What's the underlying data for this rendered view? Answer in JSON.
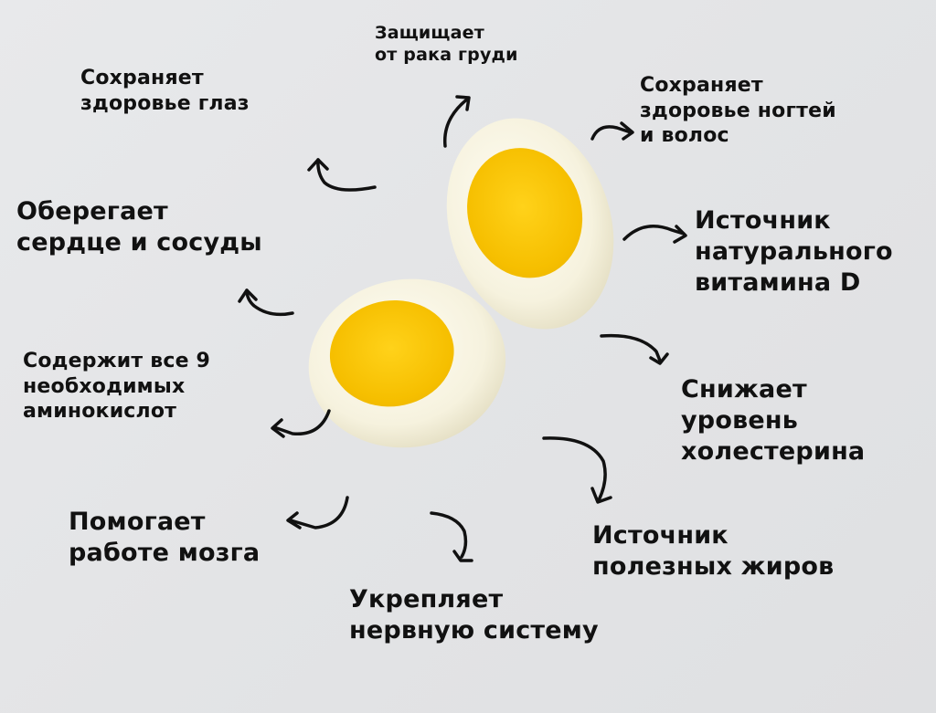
{
  "infographic": {
    "subject": "quail eggs benefits",
    "colors": {
      "background": "#e4e5e7",
      "text": "#111111",
      "yolk": "#f7c600",
      "egg_white": "#f8f5e8"
    },
    "labels": [
      {
        "id": "eyes",
        "lines": [
          "Сохраняет",
          "здоровье глаз"
        ]
      },
      {
        "id": "breast-cancer",
        "lines": [
          "Защищает",
          "от рака груди"
        ]
      },
      {
        "id": "nails-hair",
        "lines": [
          "Сохраняет",
          "здоровье ногтей",
          "и волос"
        ]
      },
      {
        "id": "heart",
        "lines": [
          "Оберегает",
          "сердце и сосуды"
        ]
      },
      {
        "id": "vitamin-d",
        "lines": [
          "Источник",
          "натурального",
          "витамина D"
        ]
      },
      {
        "id": "amino-acids",
        "lines": [
          "Содержит все 9",
          "необходимых",
          "аминокислот"
        ]
      },
      {
        "id": "cholesterol",
        "lines": [
          "Снижает",
          "уровень",
          "холестерина"
        ]
      },
      {
        "id": "brain",
        "lines": [
          "Помогает",
          "работе мозга"
        ]
      },
      {
        "id": "fats",
        "lines": [
          "Источник",
          "полезных жиров"
        ]
      },
      {
        "id": "nervous-system",
        "lines": [
          "Укрепляет",
          "нервную систему"
        ]
      }
    ]
  }
}
